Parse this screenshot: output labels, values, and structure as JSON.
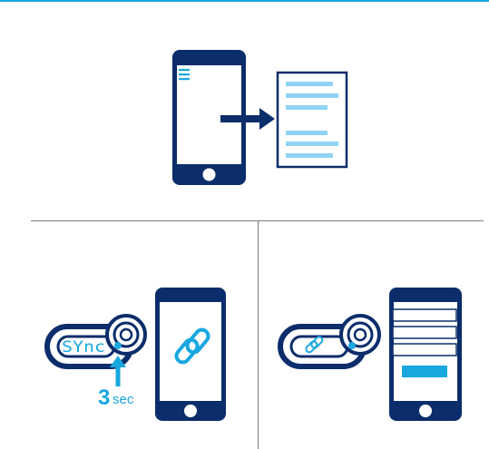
{
  "colors": {
    "navy": "#0b2d6b",
    "accent": "#19a7e0",
    "light_blue": "#8fd3f4",
    "paper_border": "#0b2d6b",
    "divider": "#7a7a7a",
    "top_rule": "#19a7e0"
  },
  "step1": {
    "phone_icon": "hamburger-menu-icon",
    "arrow_icon": "right-arrow-icon",
    "document_icon": "document-icon"
  },
  "step2": {
    "device_display": "SYnc",
    "hold_seconds": "3",
    "hold_unit": "sec",
    "press_icon": "press-button-icon",
    "arrow_icon": "up-arrow-icon",
    "phone_screen_icon": "link-icon"
  },
  "step3": {
    "device_display_icon": "link-icon",
    "press_icon": "press-button-icon",
    "form_fields": 3,
    "submit_icon": "submit-button"
  }
}
